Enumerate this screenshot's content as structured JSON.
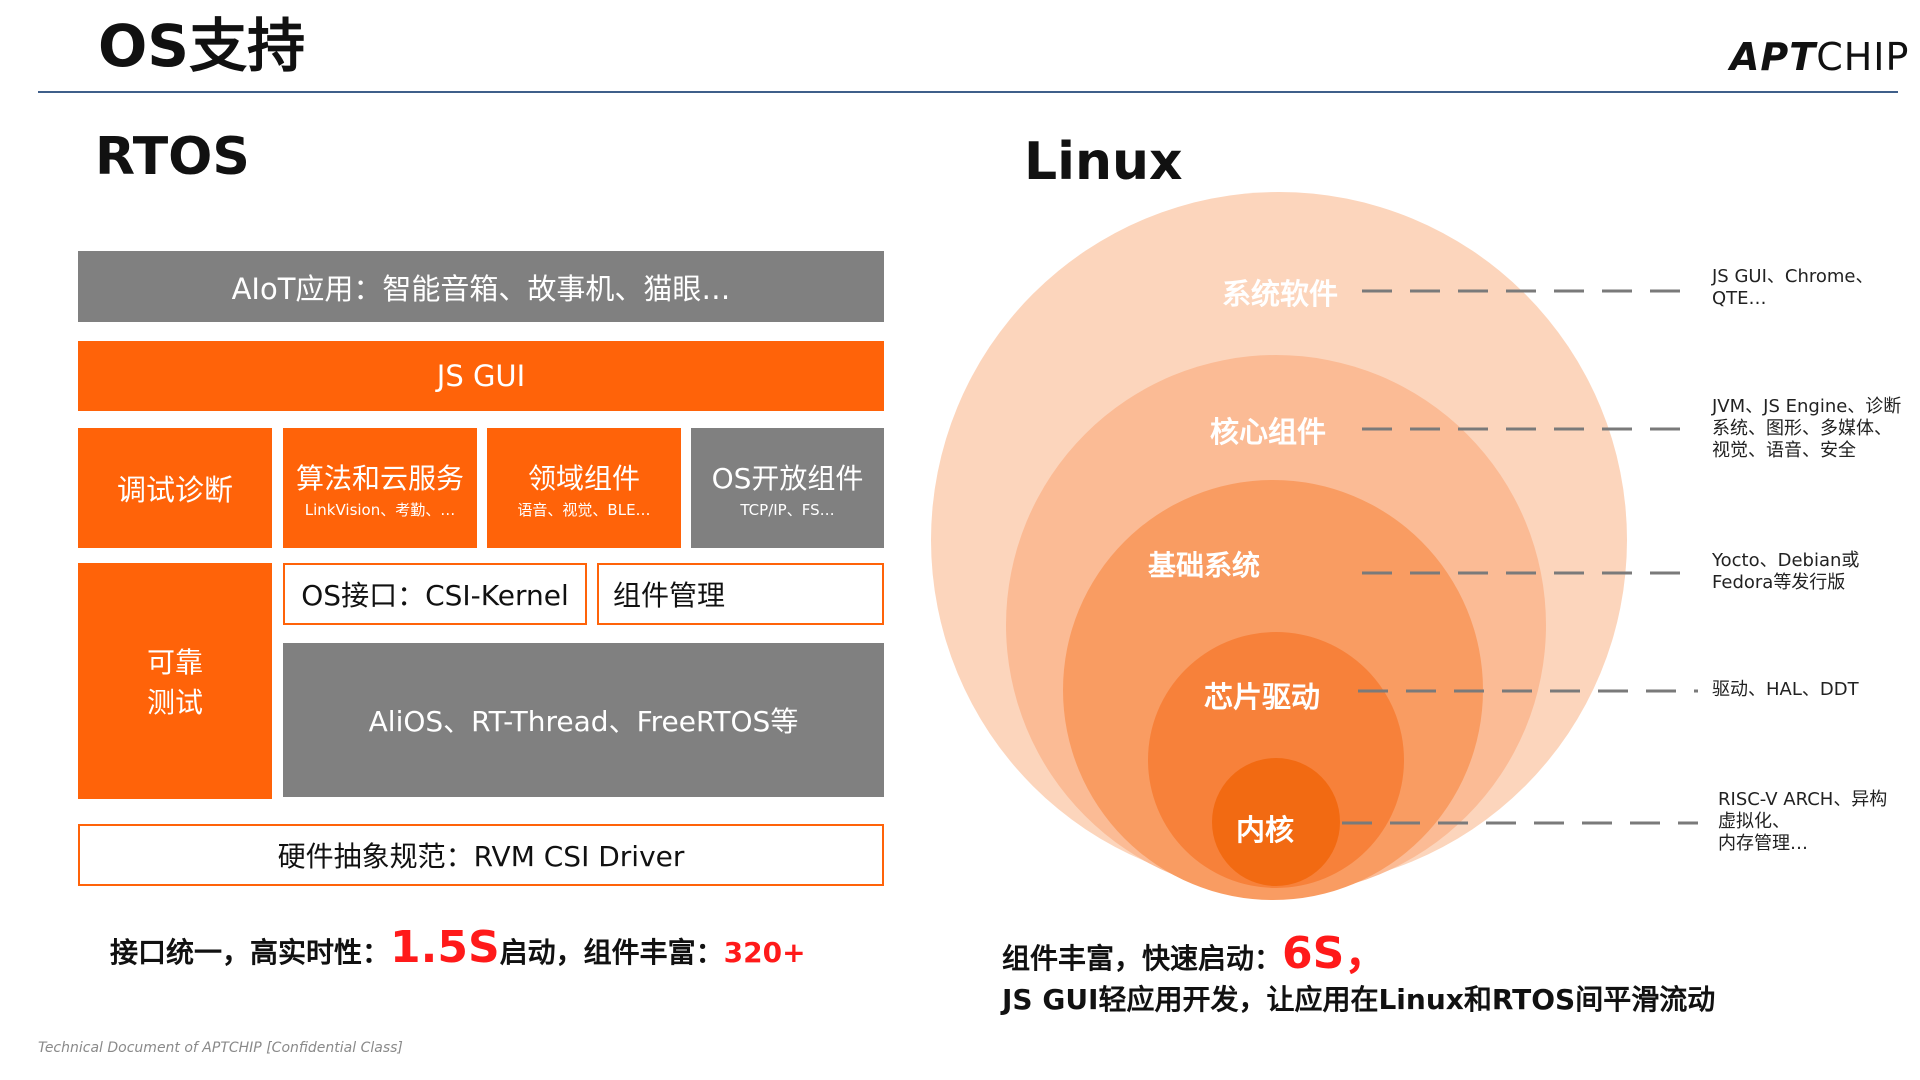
{
  "header": {
    "title": "OS支持",
    "logo_bold": "APT",
    "logo_rest": "CHIP"
  },
  "rtos": {
    "title": "RTOS",
    "aiot_label": "AIoT应用：智能音箱、故事机、猫眼…",
    "jsgui_label": "JS GUI",
    "debug_label": "调试诊断",
    "algo_label": "算法和云服务",
    "algo_sub": "LinkVision、考勤、…",
    "domain_label": "领域组件",
    "domain_sub": "语音、视觉、BLE…",
    "open_label": "OS开放组件",
    "open_sub": "TCP/IP、FS…",
    "reliable_line1": "可靠",
    "reliable_line2": "测试",
    "os_interface_label": "OS接口：CSI-Kernel",
    "component_mgmt_label": "组件管理",
    "kernels_label": "AliOS、RT-Thread、FreeRTOS等",
    "hal_label": "硬件抽象规范：RVM CSI Driver",
    "summary_a": "接口统一，高实时性：",
    "summary_b": "1.5S",
    "summary_c": "启动，组件丰富：",
    "summary_d": "320+"
  },
  "linux": {
    "title": "Linux",
    "layers": [
      {
        "label": "系统软件",
        "note": [
          "JS GUI、Chrome、",
          "QTE…"
        ]
      },
      {
        "label": "核心组件",
        "note": [
          "JVM、JS Engine、诊断",
          "系统、图形、多媒体、",
          "视觉、语音、安全"
        ]
      },
      {
        "label": "基础系统",
        "note": [
          "Yocto、Debian或",
          "Fedora等发行版"
        ]
      },
      {
        "label": "芯片驱动",
        "note": [
          "驱动、HAL、DDT"
        ]
      },
      {
        "label": "内核",
        "note": [
          "RISC-V ARCH、异构",
          "虚拟化、",
          "内存管理…"
        ]
      }
    ],
    "summary_a": "组件丰富，快速启动：",
    "summary_b": "6S，",
    "summary_line2": "JS GUI轻应用开发，让应用在Linux和RTOS间平滑流动"
  },
  "footer": {
    "note": "Technical Document of APTCHIP [Confidential Class]"
  },
  "colors": {
    "accent": "#ff6309",
    "gray_box": "#808080",
    "highlight_red": "#ff1a1a",
    "circle_1": "#fcd5bc",
    "circle_2": "#fbbb95",
    "circle_3": "#f99c62",
    "circle_4": "#f7813a",
    "circle_5": "#f26a12"
  }
}
